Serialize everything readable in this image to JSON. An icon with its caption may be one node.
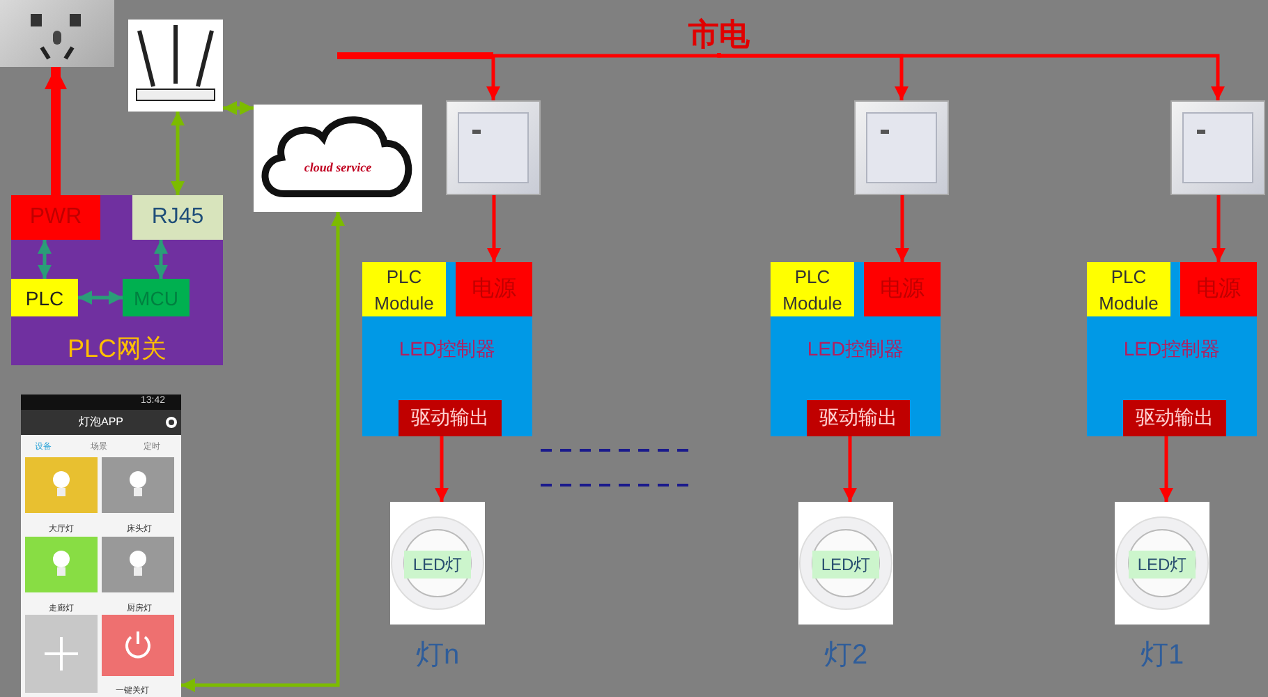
{
  "diagram": {
    "nodes": [
      {
        "text": [],
        "shape": "picture"
      },
      {
        "text": [],
        "shape": "picture"
      },
      {
        "text": [
          "cloud service"
        ]
      },
      {
        "text": [
          "市电"
        ]
      },
      {
        "text": [
          "PLC网关"
        ]
      },
      {
        "text": [
          "PWR"
        ],
        "in": 4
      },
      {
        "text": [
          "RJ45"
        ],
        "in": 4
      },
      {
        "text": [
          "PLC"
        ],
        "in": 4
      },
      {
        "text": [
          "MCU"
        ],
        "in": 4
      },
      {
        "text": [
          "13:42",
          "灯泡APP",
          "设备",
          "场景",
          "定时",
          "大厅灯",
          "床头灯",
          "走廊灯",
          "厨房灯",
          "一键关灯"
        ]
      },
      {
        "text": [],
        "shape": "picture"
      },
      {
        "text": [
          "LED控制器"
        ]
      },
      {
        "text": [
          "PLC Module"
        ],
        "in": 11
      },
      {
        "text": [
          "电源"
        ],
        "in": 11
      },
      {
        "text": [
          "驱动输出"
        ],
        "in": 11
      },
      {
        "text": [
          "LED灯"
        ],
        "beside": [
          "灯n"
        ]
      },
      {
        "text": [],
        "shape": "picture"
      },
      {
        "text": [
          "LED控制器"
        ]
      },
      {
        "text": [
          "PLC Module"
        ],
        "in": 17
      },
      {
        "text": [
          "电源"
        ],
        "in": 17
      },
      {
        "text": [
          "驱动输出"
        ],
        "in": 17
      },
      {
        "text": [
          "LED灯"
        ],
        "beside": [
          "灯2"
        ]
      },
      {
        "text": [],
        "shape": "picture"
      },
      {
        "text": [
          "LED控制器"
        ]
      },
      {
        "text": [
          "PLC Module"
        ],
        "in": 23
      },
      {
        "text": [
          "电源"
        ],
        "in": 23
      },
      {
        "text": [
          "驱动输出"
        ],
        "in": 23
      },
      {
        "text": [
          "LED灯"
        ],
        "beside": [
          "灯1"
        ]
      }
    ],
    "edges": [
      {
        "from": 5,
        "to": 0,
        "arrow": "to",
        "style": "thick"
      },
      {
        "from": 6,
        "to": 1,
        "arrow": "both",
        "color": "#7cbb00"
      },
      {
        "from": 5,
        "to": 7,
        "arrow": "both",
        "color": "#2a9d78"
      },
      {
        "from": 6,
        "to": 8,
        "arrow": "both",
        "color": "#2a9d78"
      },
      {
        "from": 7,
        "to": 8,
        "arrow": "both",
        "color": "#2a9d78"
      },
      {
        "from": 1,
        "to": 2,
        "arrow": "both",
        "color": "#7cbb00"
      },
      {
        "from": 9,
        "to": 2,
        "arrow": "both",
        "color": "#7cbb00"
      },
      {
        "from": 3,
        "to": 10,
        "arrow": "to"
      },
      {
        "from": 3,
        "to": 16,
        "arrow": "to"
      },
      {
        "from": 3,
        "to": 22,
        "arrow": "to"
      },
      {
        "from": 10,
        "to": 13,
        "arrow": "to"
      },
      {
        "from": 14,
        "to": 15,
        "arrow": "to"
      },
      {
        "from": 16,
        "to": 19,
        "arrow": "to"
      },
      {
        "from": 20,
        "to": 21,
        "arrow": "to"
      },
      {
        "from": 22,
        "to": 25,
        "arrow": "to"
      },
      {
        "from": 26,
        "to": 27,
        "arrow": "to"
      }
    ]
  }
}
